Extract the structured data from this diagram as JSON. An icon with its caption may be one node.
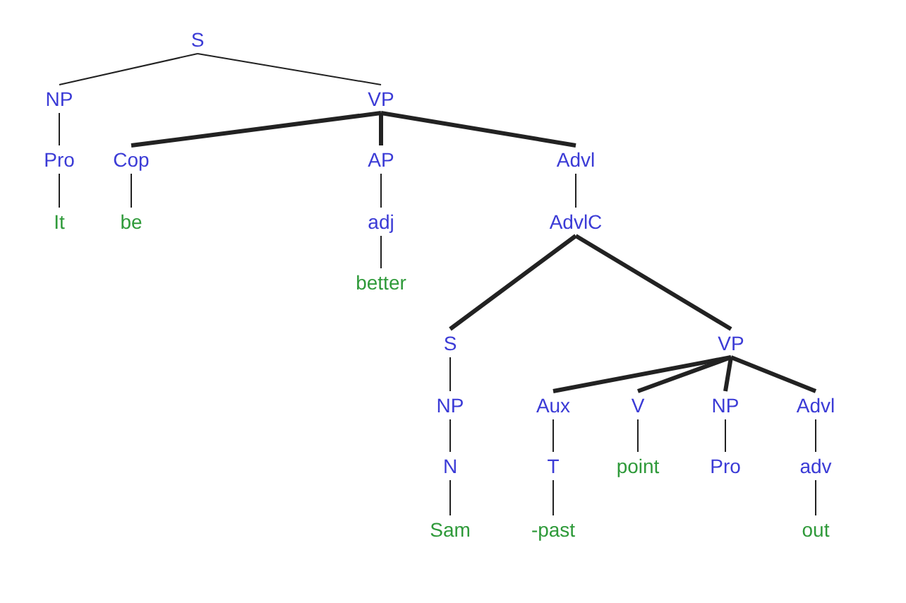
{
  "diagram": {
    "nodes": [
      {
        "text": [
          "S"
        ]
      },
      {
        "text": [
          "NP"
        ]
      },
      {
        "text": [
          "VP"
        ]
      },
      {
        "text": [
          "Pro"
        ]
      },
      {
        "text": [
          "Cop"
        ]
      },
      {
        "text": [
          "AP"
        ]
      },
      {
        "text": [
          "Advl"
        ]
      },
      {
        "text": [
          "It"
        ]
      },
      {
        "text": [
          "be"
        ]
      },
      {
        "text": [
          "adj"
        ]
      },
      {
        "text": [
          "AdvlC"
        ]
      },
      {
        "text": [
          "better"
        ]
      },
      {
        "text": [
          "S"
        ]
      },
      {
        "text": [
          "VP"
        ]
      },
      {
        "text": [
          "NP"
        ]
      },
      {
        "text": [
          "Aux"
        ]
      },
      {
        "text": [
          "V"
        ]
      },
      {
        "text": [
          "NP"
        ]
      },
      {
        "text": [
          "Advl"
        ]
      },
      {
        "text": [
          "N"
        ]
      },
      {
        "text": [
          "T"
        ]
      },
      {
        "text": [
          "point"
        ]
      },
      {
        "text": [
          "Pro"
        ]
      },
      {
        "text": [
          "adv"
        ]
      },
      {
        "text": [
          "Sam"
        ]
      },
      {
        "text": [
          "-past"
        ]
      },
      {
        "text": [
          "out"
        ]
      }
    ],
    "edges": [
      {
        "from": 0,
        "to": 1,
        "arrow": "none"
      },
      {
        "from": 0,
        "to": 2,
        "arrow": "none"
      },
      {
        "from": 1,
        "to": 3,
        "arrow": "none"
      },
      {
        "from": 2,
        "to": 4,
        "arrow": "none",
        "style": "thick"
      },
      {
        "from": 2,
        "to": 5,
        "arrow": "none",
        "style": "thick"
      },
      {
        "from": 2,
        "to": 6,
        "arrow": "none",
        "style": "thick"
      },
      {
        "from": 3,
        "to": 7,
        "arrow": "none"
      },
      {
        "from": 4,
        "to": 8,
        "arrow": "none"
      },
      {
        "from": 5,
        "to": 9,
        "arrow": "none"
      },
      {
        "from": 6,
        "to": 10,
        "arrow": "none"
      },
      {
        "from": 9,
        "to": 11,
        "arrow": "none"
      },
      {
        "from": 10,
        "to": 12,
        "arrow": "none",
        "style": "thick"
      },
      {
        "from": 10,
        "to": 13,
        "arrow": "none",
        "style": "thick"
      },
      {
        "from": 12,
        "to": 14,
        "arrow": "none"
      },
      {
        "from": 13,
        "to": 15,
        "arrow": "none",
        "style": "thick"
      },
      {
        "from": 13,
        "to": 16,
        "arrow": "none",
        "style": "thick"
      },
      {
        "from": 13,
        "to": 17,
        "arrow": "none",
        "style": "thick"
      },
      {
        "from": 13,
        "to": 18,
        "arrow": "none",
        "style": "thick"
      },
      {
        "from": 14,
        "to": 19,
        "arrow": "none"
      },
      {
        "from": 15,
        "to": 20,
        "arrow": "none"
      },
      {
        "from": 16,
        "to": 21,
        "arrow": "none"
      },
      {
        "from": 17,
        "to": 22,
        "arrow": "none"
      },
      {
        "from": 18,
        "to": 23,
        "arrow": "none"
      },
      {
        "from": 19,
        "to": 24,
        "arrow": "none"
      },
      {
        "from": 20,
        "to": 25,
        "arrow": "none"
      },
      {
        "from": 23,
        "to": 26,
        "arrow": "none"
      }
    ]
  }
}
